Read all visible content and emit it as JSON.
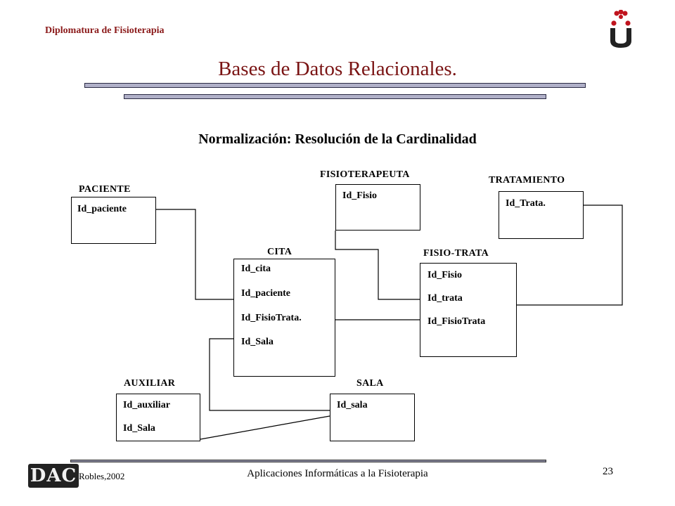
{
  "header": {
    "school": "Diplomatura de Fisioterapia",
    "title": "Bases de Datos Relacionales."
  },
  "diagram": {
    "subtitle": "Normalización: Resolución de la Cardinalidad",
    "entities": {
      "paciente": {
        "name": "PACIENTE",
        "attrs": [
          "Id_paciente"
        ]
      },
      "fisioterapeuta": {
        "name": "FISIOTERAPEUTA",
        "attrs": [
          "Id_Fisio"
        ]
      },
      "tratamiento": {
        "name": "TRATAMIENTO",
        "attrs": [
          "Id_Trata."
        ]
      },
      "cita": {
        "name": "CITA",
        "attrs": [
          "Id_cita",
          "Id_paciente",
          "Id_FisioTrata.",
          "Id_Sala"
        ]
      },
      "fisio_trata": {
        "name": "FISIO-TRATA",
        "attrs": [
          "Id_Fisio",
          "Id_trata",
          "Id_FisioTrata"
        ]
      },
      "auxiliar": {
        "name": "AUXILIAR",
        "attrs": [
          "Id_auxiliar",
          "Id_Sala"
        ]
      },
      "sala": {
        "name": "SALA",
        "attrs": [
          "Id_sala"
        ]
      }
    }
  },
  "footer": {
    "author": "Robles,2002",
    "course": "Aplicaciones Informáticas a la Fisioterapia",
    "page": "23",
    "logo_text": "DAC"
  },
  "colors": {
    "title": "#7a1414",
    "school": "#8b1a1a",
    "logo_red": "#c0141e"
  }
}
